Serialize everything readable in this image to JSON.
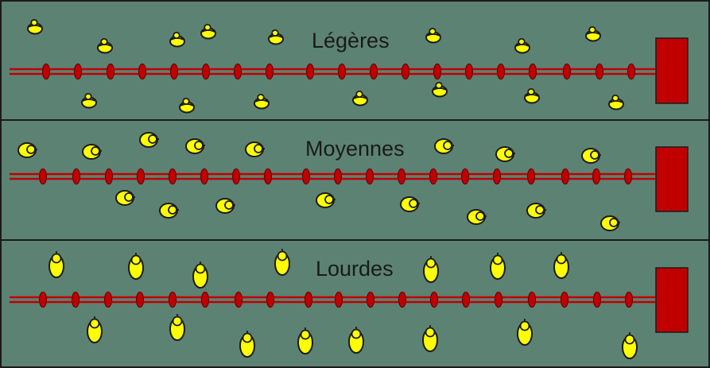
{
  "colors": {
    "background": "#5c8274",
    "border": "#1b1b1b",
    "feeder_line": "#c00000",
    "feeder_pan": "#c00000",
    "hopper": "#c00000",
    "bird_fill": "#ffff00",
    "bird_outline": "#1b1b1b"
  },
  "sections": [
    {
      "label": "Légères",
      "bird_style": "small-dome",
      "feeder_pan_count": 20
    },
    {
      "label": "Moyennes",
      "bird_style": "round-side-view",
      "feeder_pan_count": 20
    },
    {
      "label": "Lourdes",
      "bird_style": "tall-upright",
      "feeder_pan_count": 20
    }
  ]
}
